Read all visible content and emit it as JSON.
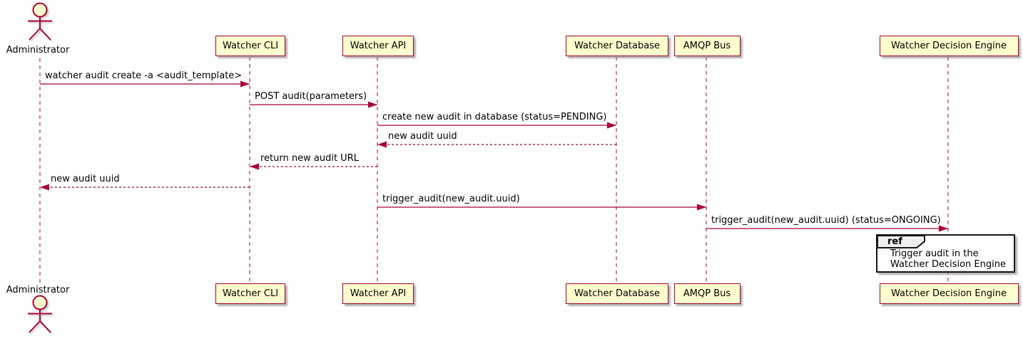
{
  "diagram": {
    "type": "sequence",
    "colors": {
      "background": "#FFFFFF",
      "participant_fill": "#FEFECE",
      "line": "#A80036",
      "text": "#000000",
      "ref_fill": "#FFFFFF",
      "ref_tab_fill": "#EEEEEE",
      "ref_border": "#151515"
    },
    "participants": [
      {
        "name": "administrator",
        "label": "Administrator",
        "kind": "actor"
      },
      {
        "name": "watcher-cli",
        "label": "Watcher CLI",
        "kind": "participant"
      },
      {
        "name": "watcher-api",
        "label": "Watcher API",
        "kind": "participant"
      },
      {
        "name": "watcher-database",
        "label": "Watcher Database",
        "kind": "participant"
      },
      {
        "name": "amqp-bus",
        "label": "AMQP Bus",
        "kind": "participant"
      },
      {
        "name": "watcher-decision-engine",
        "label": "Watcher Decision Engine",
        "kind": "participant"
      }
    ],
    "messages": [
      {
        "label": "watcher audit create -a <audit_template>",
        "from": 0,
        "to": 1,
        "style": "solid"
      },
      {
        "label": "POST audit(parameters)",
        "from": 1,
        "to": 2,
        "style": "solid"
      },
      {
        "label": "create new audit in database (status=PENDING)",
        "from": 2,
        "to": 3,
        "style": "solid"
      },
      {
        "label": "new audit uuid",
        "from": 3,
        "to": 2,
        "style": "dashed"
      },
      {
        "label": "return new audit URL",
        "from": 2,
        "to": 1,
        "style": "dashed"
      },
      {
        "label": "new audit uuid",
        "from": 1,
        "to": 0,
        "style": "dashed"
      },
      {
        "label": "trigger_audit(new_audit.uuid)",
        "from": 2,
        "to": 4,
        "style": "solid"
      },
      {
        "label": "trigger_audit(new_audit.uuid) (status=ONGOING)",
        "from": 4,
        "to": 5,
        "style": "solid"
      }
    ],
    "ref": {
      "keyword": "ref",
      "over": "watcher-decision-engine",
      "line1": "Trigger audit in the",
      "line2": "Watcher Decision Engine"
    }
  }
}
